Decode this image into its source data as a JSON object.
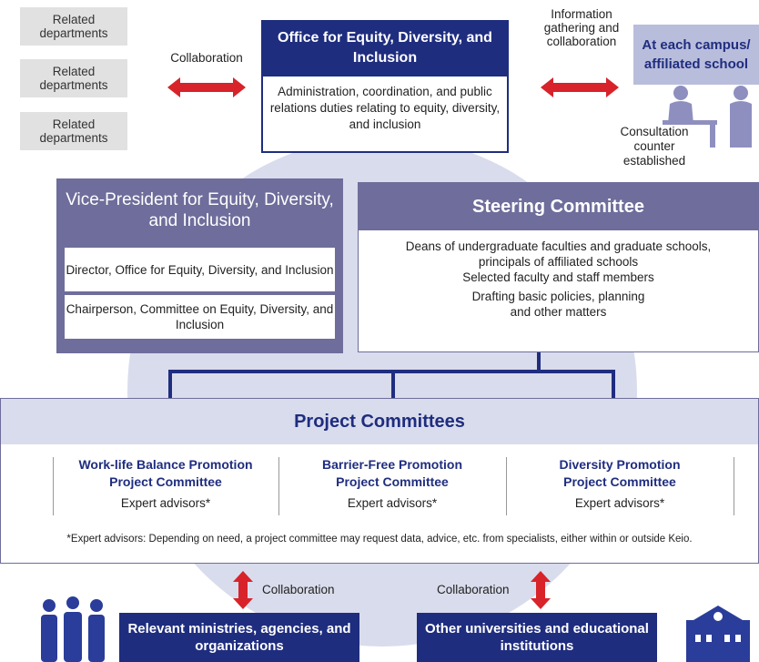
{
  "colors": {
    "navy": "#1f2d7f",
    "purple": "#6e6d9b",
    "lavender": "#d9dcec",
    "gray": "#e1e1e1",
    "arrow_red": "#d8232a"
  },
  "related_departments": [
    "Related departments",
    "Related departments",
    "Related departments"
  ],
  "collab_left": "Collaboration",
  "office": {
    "title": "Office for Equity, Diversity, and Inclusion",
    "description": "Administration, coordination, and public relations duties relating to equity, diversity, and inclusion"
  },
  "collab_right": "Information gathering and collaboration",
  "campus": {
    "title": "At each campus/ affiliated school",
    "consultation": "Consultation counter established",
    "icon": "consultation-people-icon"
  },
  "vice_president": {
    "title": "Vice-President for Equity, Diversity, and Inclusion",
    "roles": [
      "Director, Office for Equity, Diversity, and Inclusion",
      "Chairperson, Committee on Equity, Diversity, and Inclusion"
    ]
  },
  "steering": {
    "title": "Steering Committee",
    "members": "Deans of undergraduate faculties and graduate schools, principals of affiliated schools",
    "members2": "Selected faculty and staff members",
    "duties": "Drafting basic policies, planning and other matters"
  },
  "project_committees": {
    "title": "Project Committees",
    "items": [
      {
        "name": "Work-life Balance Promotion Project Committee",
        "advisors": "Expert advisors*"
      },
      {
        "name": "Barrier-Free Promotion Project Committee",
        "advisors": "Expert advisors*"
      },
      {
        "name": "Diversity Promotion Project Committee",
        "advisors": "Expert advisors*"
      }
    ],
    "note": "*Expert advisors: Depending on need, a project committee may request data, advice, etc. from specialists, either within or outside Keio."
  },
  "bottom": {
    "collab_left": "Collaboration",
    "collab_right": "Collaboration",
    "ministries": "Relevant ministries, agencies, and organizations",
    "universities": "Other universities and educational institutions",
    "left_icon": "people-group-icon",
    "right_icon": "school-building-icon"
  }
}
